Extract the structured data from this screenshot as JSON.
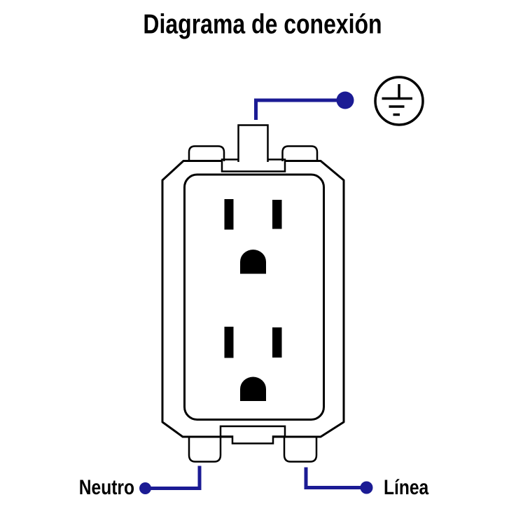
{
  "title": "Diagrama de conexión",
  "labels": {
    "neutral": "Neutro",
    "line": "Línea"
  },
  "icons": {
    "ground": "earth-ground-symbol"
  },
  "colors": {
    "wire_blue": "#1b1b94",
    "outline_black": "#000000",
    "background": "#ffffff"
  }
}
